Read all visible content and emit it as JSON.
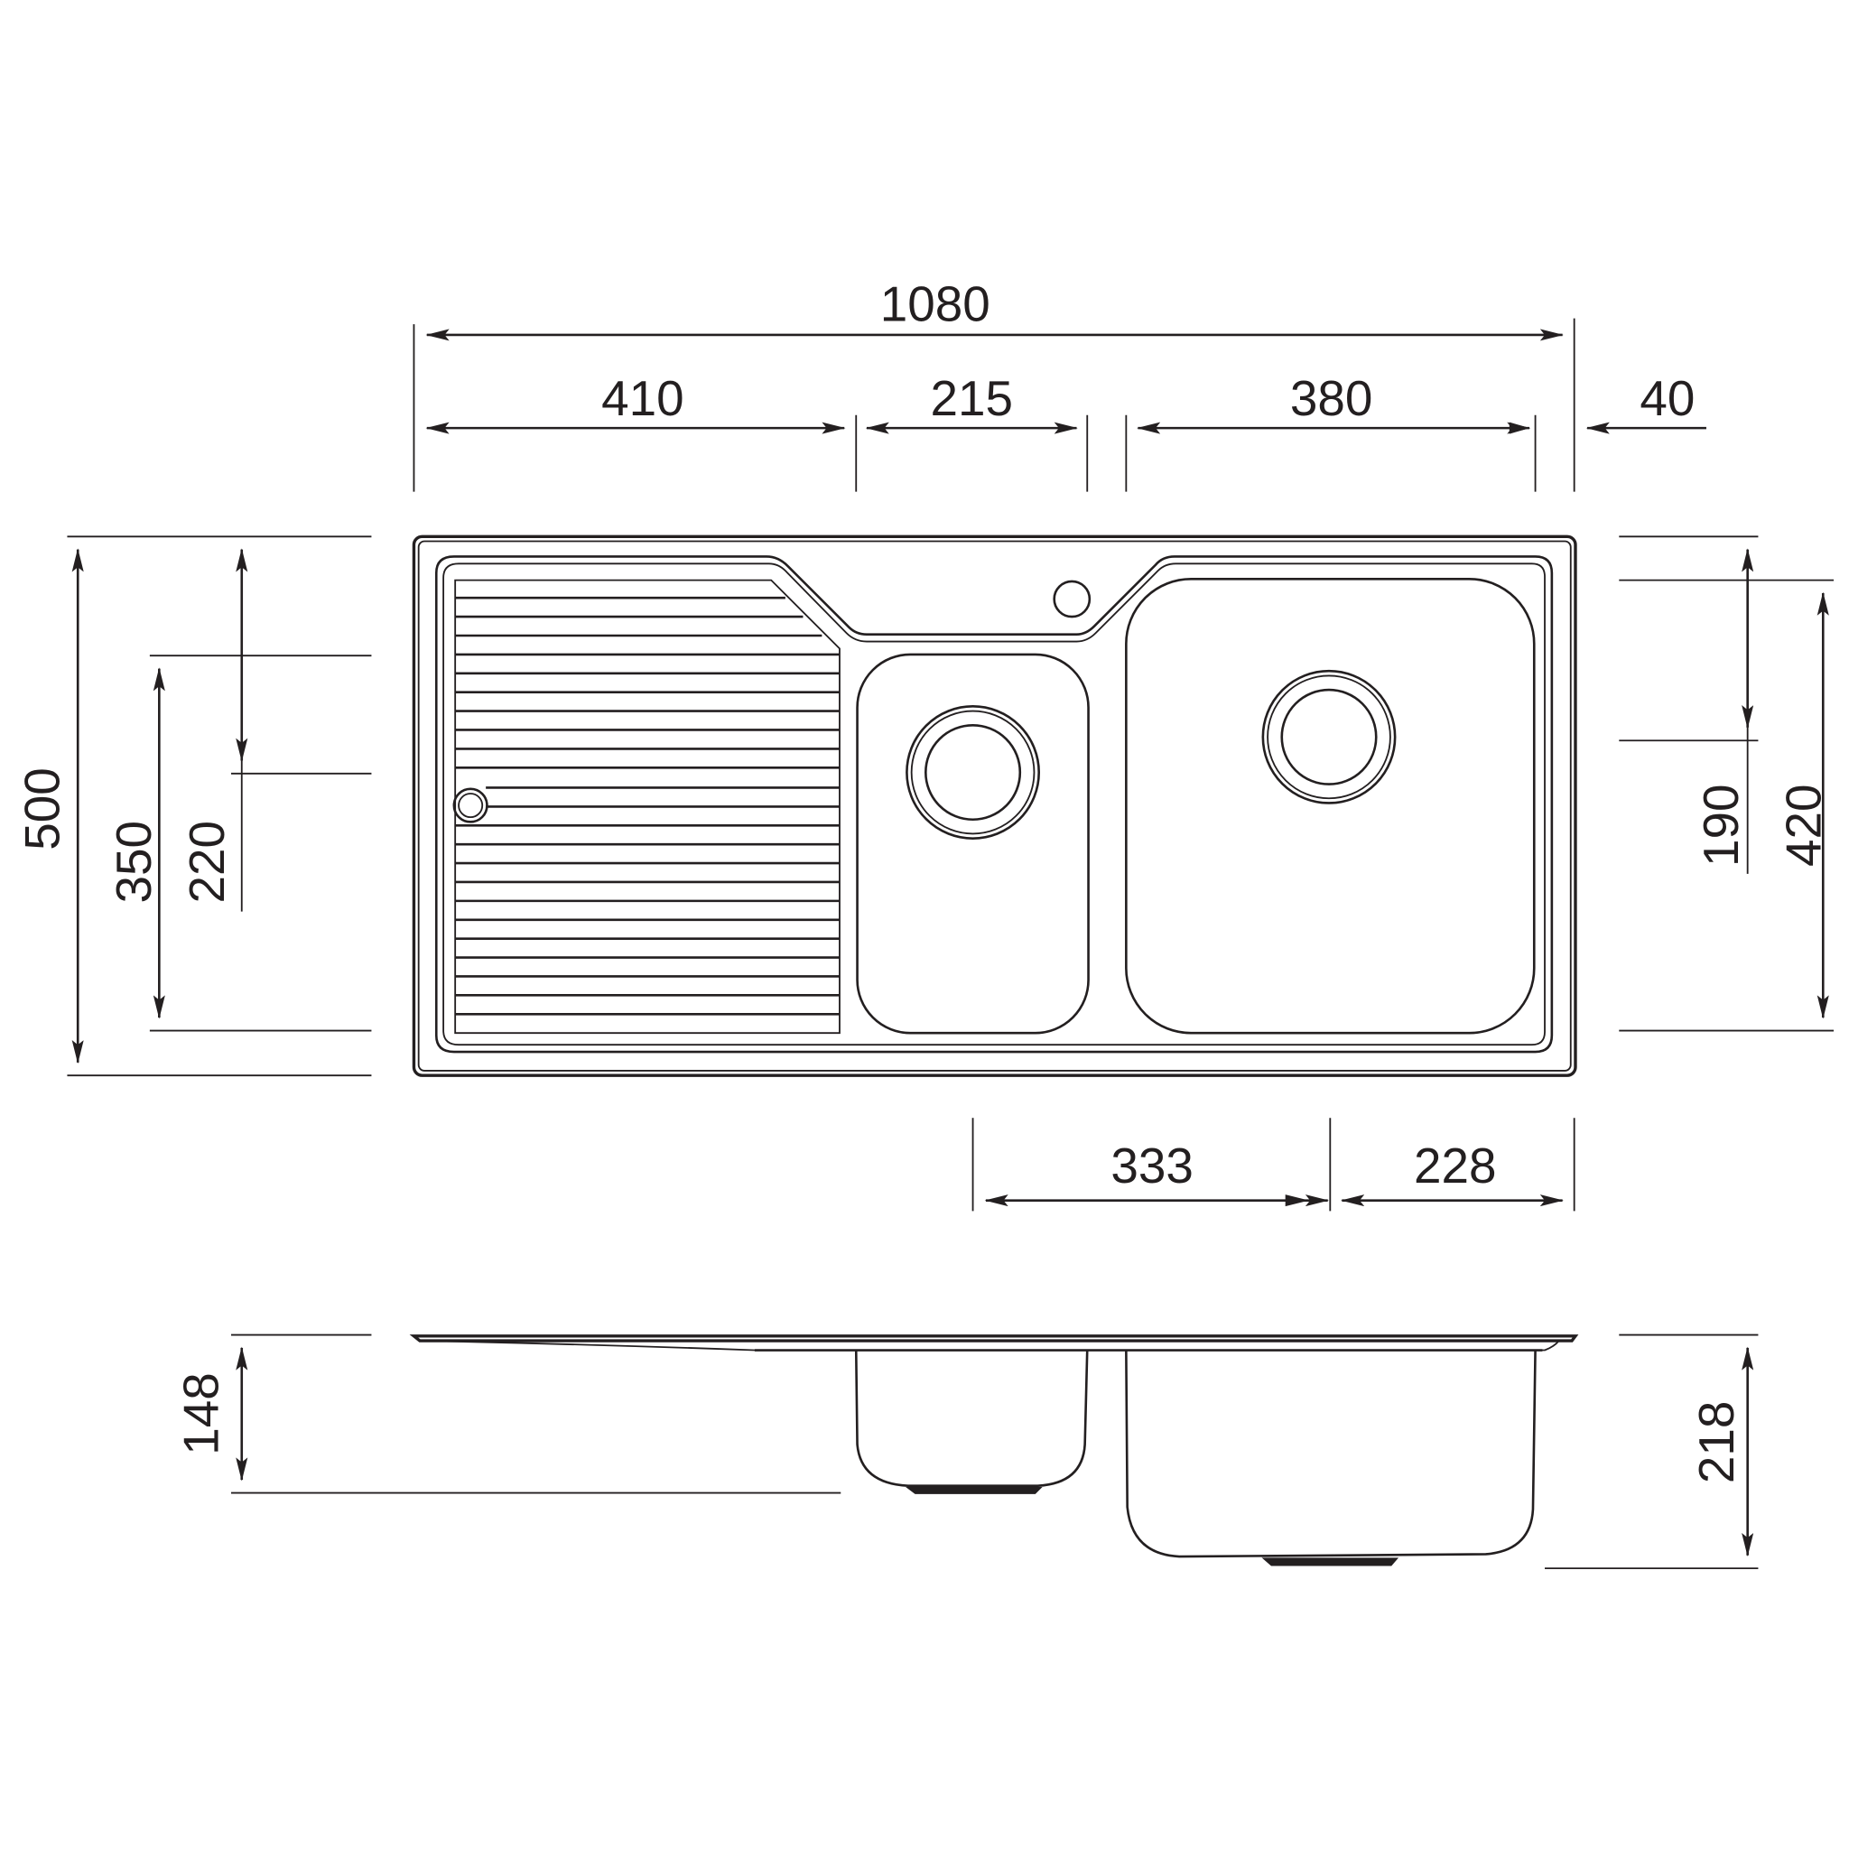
{
  "drawing": {
    "subject": "Double bowl kitchen sink with left-hand drainer",
    "views": [
      "plan",
      "side-section"
    ],
    "units": "mm",
    "line_color": "#231f20",
    "background": "#ffffff"
  },
  "dimensions": {
    "top": {
      "overall_width": "1080",
      "drainer_width": "410",
      "small_bowl_width": "215",
      "large_bowl_width": "380",
      "right_flange": "40"
    },
    "left": {
      "overall_depth": "500",
      "small_bowl_depth": "350",
      "small_waste_offset": "220"
    },
    "right": {
      "large_waste_offset": "190",
      "large_bowl_depth": "420"
    },
    "bottom": {
      "large_waste_center_from_small_bowl_edge": "333",
      "large_waste_center_from_right_edge": "228"
    },
    "profile": {
      "small_bowl_height": "148",
      "large_bowl_height": "218"
    }
  },
  "features": {
    "drainer_ribs": 23,
    "tap_hole": "tap-hole",
    "overflow": "overflow-hole",
    "small_bowl_waste": "waste-outlet",
    "large_bowl_waste": "waste-outlet"
  }
}
